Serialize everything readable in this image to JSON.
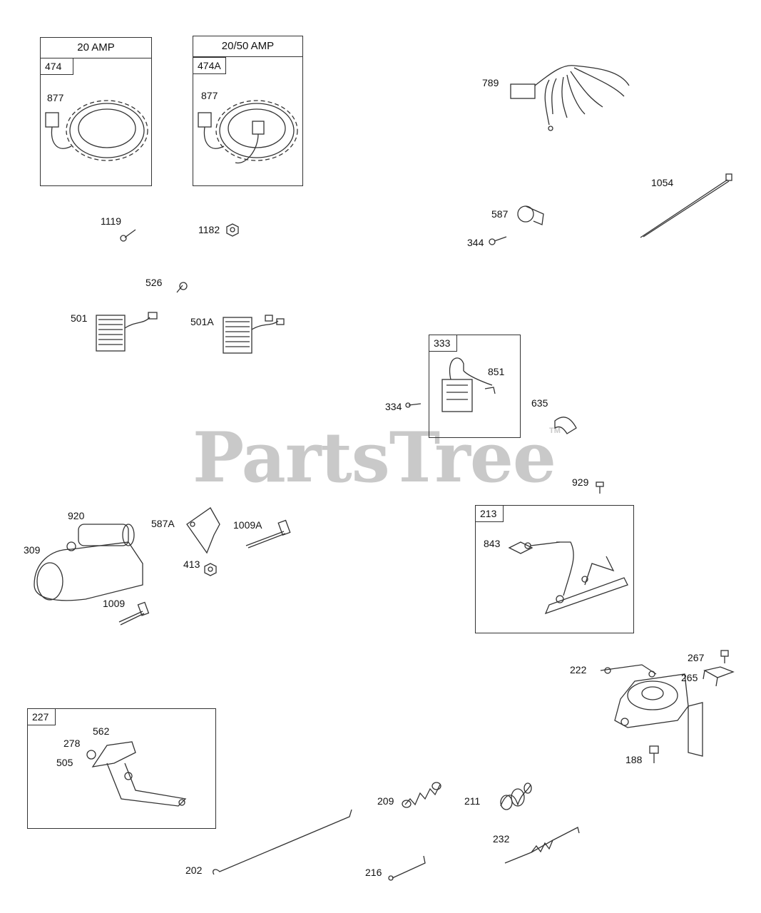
{
  "watermark": {
    "text": "PartsTree",
    "trademark": "TM"
  },
  "groups": {
    "g474": {
      "header": "20 AMP",
      "tag": "474",
      "part": "877"
    },
    "g474a": {
      "header": "20/50 AMP",
      "tag": "474A",
      "part": "877"
    },
    "g333": {
      "tag": "333",
      "part": "851"
    },
    "g213": {
      "tag": "213",
      "part": "843"
    },
    "g227": {
      "tag": "227",
      "parts": [
        "562",
        "278",
        "505"
      ]
    }
  },
  "labels": {
    "p789": "789",
    "p1054": "1054",
    "p587": "587",
    "p344": "344",
    "p1119": "1119",
    "p1182": "1182",
    "p526": "526",
    "p501": "501",
    "p501a": "501A",
    "p334": "334",
    "p635": "635",
    "p929": "929",
    "p920": "920",
    "p309": "309",
    "p587a": "587A",
    "p1009a": "1009A",
    "p413": "413",
    "p1009": "1009",
    "p267": "267",
    "p222": "222",
    "p265": "265",
    "p188": "188",
    "p209": "209",
    "p211": "211",
    "p232": "232",
    "p202": "202",
    "p216": "216"
  }
}
